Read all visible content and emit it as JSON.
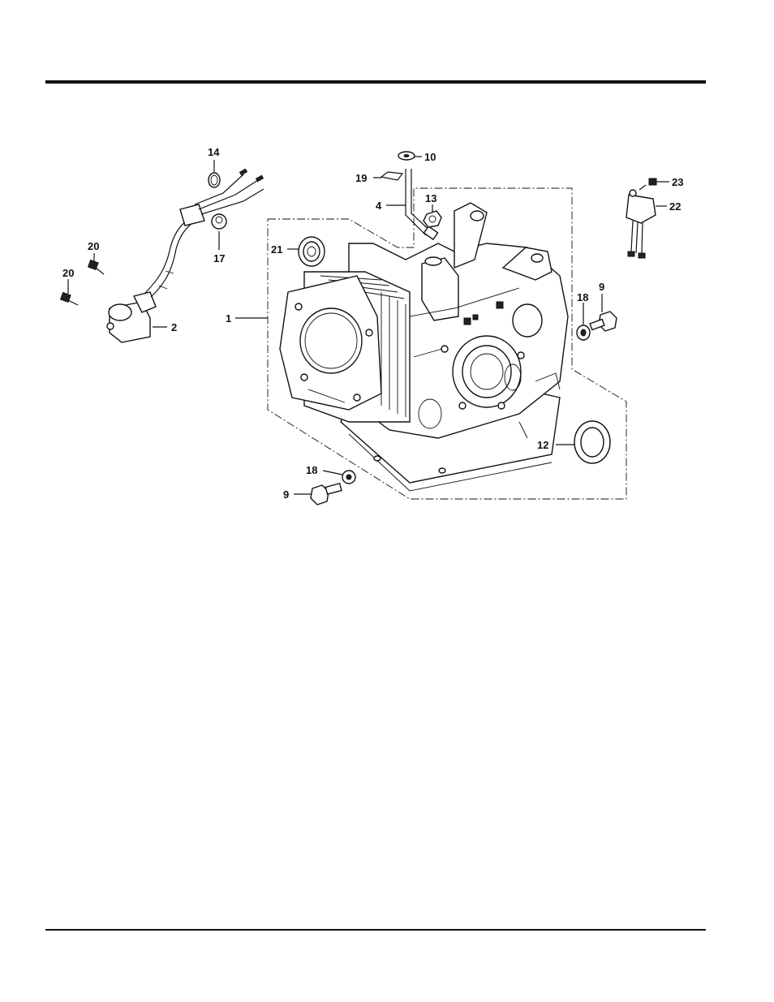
{
  "callouts": {
    "c1": "1",
    "c2": "2",
    "c4": "4",
    "c9a": "9",
    "c9b": "9",
    "c10": "10",
    "c12": "12",
    "c13": "13",
    "c14": "14",
    "c17": "17",
    "c18a": "18",
    "c18b": "18",
    "c19": "19",
    "c20a": "20",
    "c20b": "20",
    "c21": "21",
    "c22": "22",
    "c23": "23"
  }
}
